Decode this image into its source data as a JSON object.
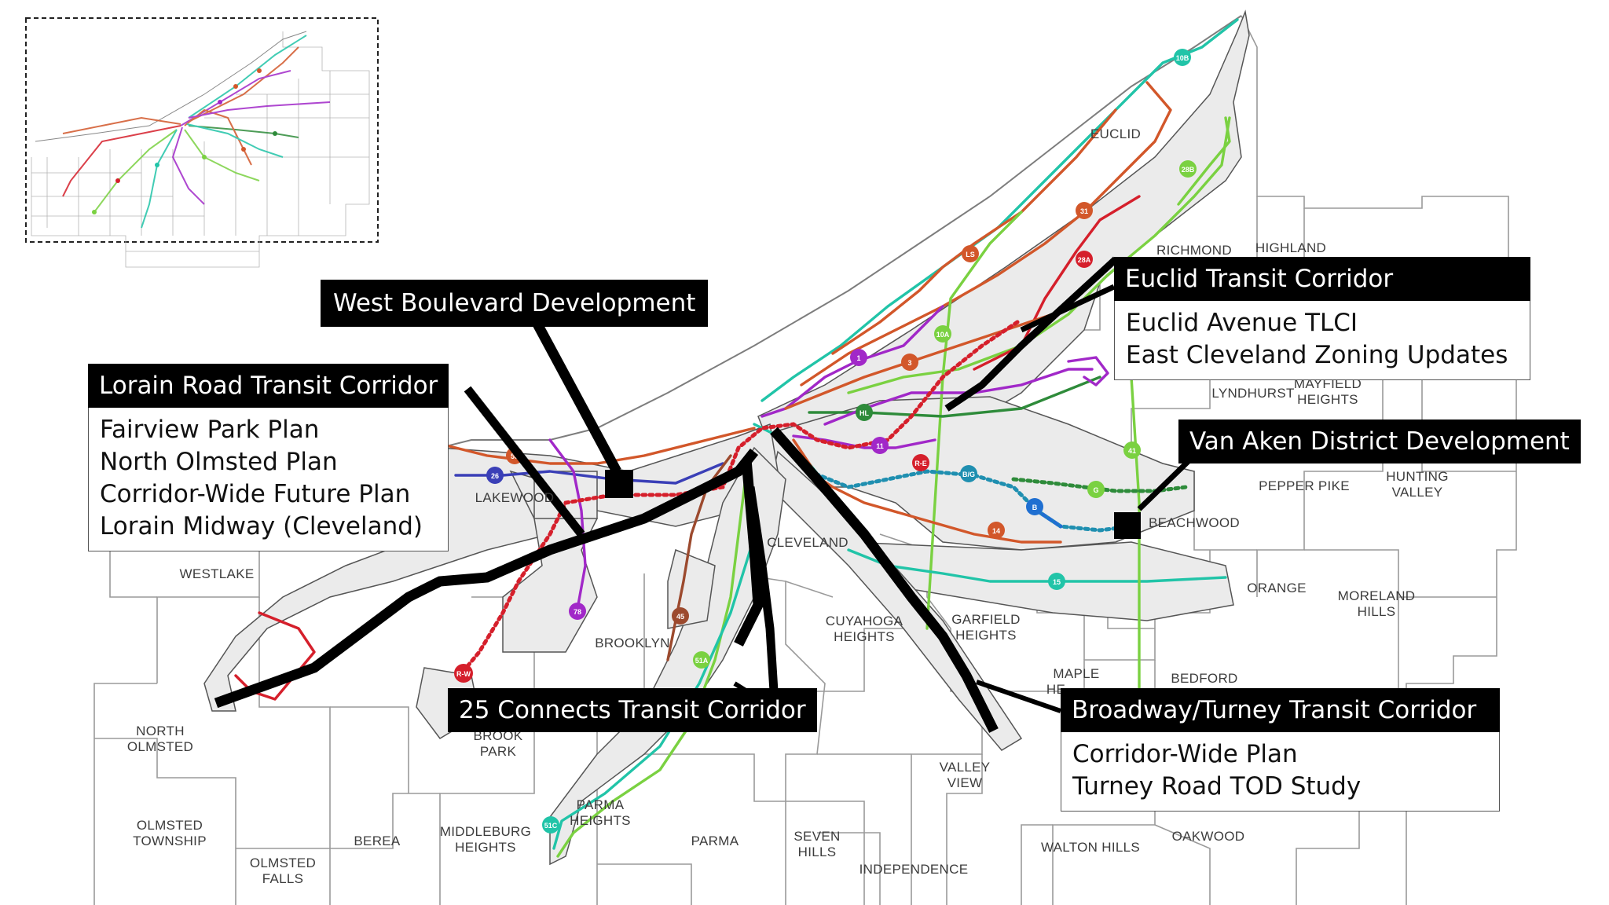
{
  "colors": {
    "route_orange": "#d2572a",
    "route_purple": "#a128c8",
    "route_green": "#2e8b3a",
    "route_lime": "#7ad141",
    "route_teal": "#21c4a8",
    "route_red": "#d51f2b",
    "route_blue": "#3a3fb7",
    "route_brown": "#9c4a2e",
    "callout_bg": "#000000",
    "callout_text": "#ffffff",
    "buffer_fill": "#ebebeb"
  },
  "callouts": {
    "west_boulevard": {
      "title": "West Boulevard Development"
    },
    "lorain": {
      "title": "Lorain Road Transit Corridor",
      "items": [
        "Fairview Park Plan",
        "North Olmsted Plan",
        "Corridor-Wide Future Plan",
        "Lorain Midway (Cleveland)"
      ]
    },
    "euclid": {
      "title": "Euclid Transit Corridor",
      "items": [
        "Euclid Avenue TLCI",
        "East Cleveland Zoning Updates"
      ]
    },
    "van_aken": {
      "title": "Van Aken District Development"
    },
    "twenty_five": {
      "title": "25 Connects Transit Corridor"
    },
    "broadway": {
      "title": "Broadway/Turney Transit Corridor",
      "items": [
        "Corridor-Wide Plan",
        "Turney Road TOD Study"
      ]
    }
  },
  "places": {
    "euclid": "EUCLID",
    "richmond": "RICHMOND",
    "highland": "HIGHLAND",
    "lyndhurst": "LYNDHURST",
    "mayfield_1": "MAYFIELD",
    "mayfield_2": "HEIGHTS",
    "pepper_pike": "PEPPER PIKE",
    "hunting_1": "HUNTING",
    "hunting_2": "VALLEY",
    "beachwood": "BEACHWOOD",
    "orange": "ORANGE",
    "moreland_1": "MORELAND",
    "moreland_2": "HILLS",
    "bedford": "BEDFORD",
    "maple_1": "MAPLE",
    "maple_2": "HE",
    "garfield_1": "GARFIELD",
    "garfield_2": "HEIGHTS",
    "cuyahoga_1": "CUYAHOGA",
    "cuyahoga_2": "HEIGHTS",
    "cleveland": "CLEVELAND",
    "lakewood": "LAKEWOOD",
    "westlake": "WESTLAKE",
    "brooklyn": "BROOKLYN",
    "brook_park_1": "BROOK",
    "brook_park_2": "PARK",
    "north_olmsted_1": "NORTH",
    "north_olmsted_2": "OLMSTED",
    "olmsted_twp_1": "OLMSTED",
    "olmsted_twp_2": "TOWNSHIP",
    "olmsted_falls_1": "OLMSTED",
    "olmsted_falls_2": "FALLS",
    "berea": "BEREA",
    "middleburg_1": "MIDDLEBURG",
    "middleburg_2": "HEIGHTS",
    "parma_heights_1": "PARMA",
    "parma_heights_2": "HEIGHTS",
    "parma": "PARMA",
    "seven_hills_1": "SEVEN",
    "seven_hills_2": "HILLS",
    "independence": "INDEPENDENCE",
    "valley_view_1": "VALLEY",
    "valley_view_2": "VIEW",
    "walton_hills": "WALTON HILLS",
    "oakwood": "OAKWOOD"
  },
  "routes": {
    "r10b": "10B",
    "r28b": "28B",
    "r31": "31",
    "rls": "LS",
    "r28a": "28A",
    "r10a": "10A",
    "r1": "1",
    "r3": "3",
    "rhl": "HL",
    "r11": "11",
    "rre": "R-E",
    "rbg": "B/G",
    "rb": "B",
    "rg": "G",
    "r41": "41",
    "r14": "14",
    "r15": "15",
    "r55": "55",
    "r26": "26",
    "r78": "78",
    "r45": "45",
    "r51a": "51A",
    "r51c": "51C",
    "rrw": "R-W"
  }
}
